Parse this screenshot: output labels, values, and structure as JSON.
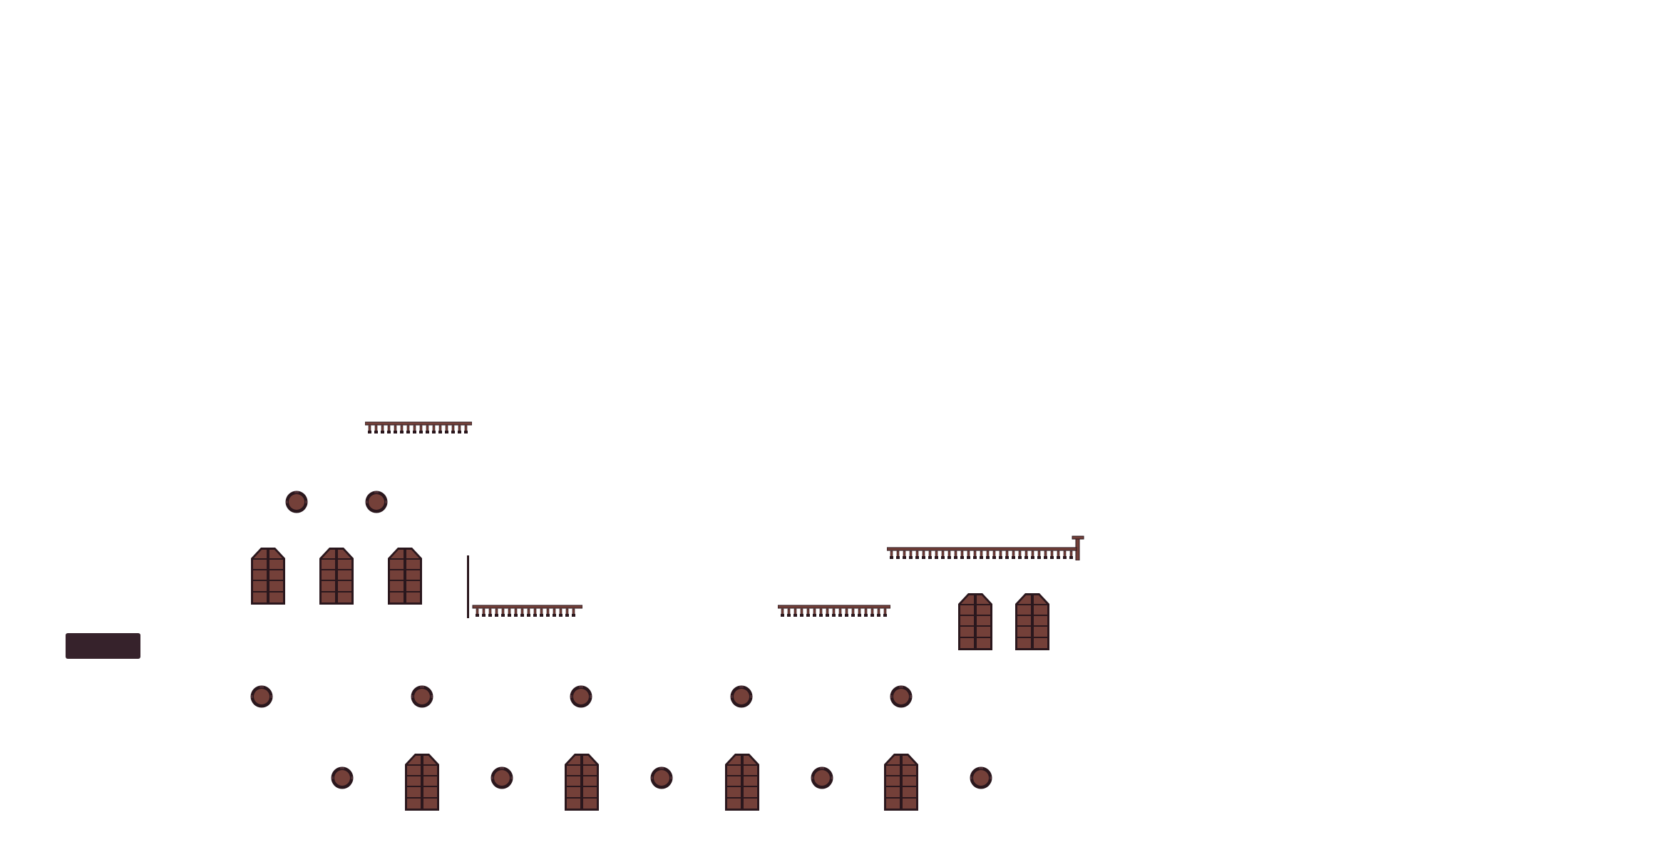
{
  "scene": {
    "colors": {
      "wood": "#744039",
      "frame": "#2a171d",
      "block": "#36222b"
    },
    "sprites": {
      "door": "arched-double-door",
      "porthole": "round-window",
      "balcony": "balustrade-railing"
    }
  }
}
